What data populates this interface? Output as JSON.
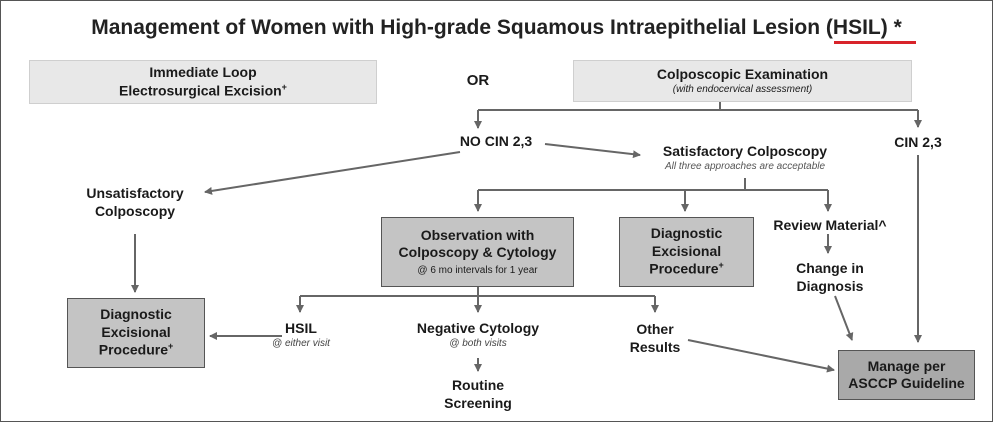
{
  "title": "Management of Women with High-grade Squamous Intraepithelial Lesion (HSIL) *",
  "leep": {
    "line1": "Immediate Loop",
    "line2": "Electrosurgical Excision",
    "sup": "+"
  },
  "or_label": "OR",
  "colposcopy": {
    "label": "Colposcopic Examination",
    "note": "(with endocervical assessment)"
  },
  "no_cin": "NO CIN 2,3",
  "cin23": "CIN 2,3",
  "satisfactory": {
    "label": "Satisfactory Colposcopy",
    "note": "All three approaches are acceptable"
  },
  "unsatisfactory": {
    "line1": "Unsatisfactory",
    "line2": "Colposcopy"
  },
  "observation": {
    "line1": "Observation with",
    "line2": "Colposcopy & Cytology",
    "note": "@ 6 mo intervals for 1 year"
  },
  "diag_mid": {
    "line1": "Diagnostic",
    "line2": "Excisional",
    "line3": "Procedure",
    "sup": "+"
  },
  "review": "Review Material^",
  "change": {
    "line1": "Change in",
    "line2": "Diagnosis"
  },
  "diag_left": {
    "line1": "Diagnostic",
    "line2": "Excisional",
    "line3": "Procedure",
    "sup": "+"
  },
  "hsil": {
    "label": "HSIL",
    "note": "@ either visit"
  },
  "negative": {
    "label": "Negative Cytology",
    "note": "@ both visits"
  },
  "other": {
    "line1": "Other",
    "line2": "Results"
  },
  "routine": {
    "line1": "Routine",
    "line2": "Screening"
  },
  "manage": {
    "line1": "Manage per",
    "line2": "ASCCP Guideline"
  },
  "colors": {
    "arrow": "#666666",
    "underline": "#d8232a",
    "box_light": "#e8e8e8",
    "box_mid": "#c4c4c4",
    "box_dark": "#a9a9a9"
  }
}
